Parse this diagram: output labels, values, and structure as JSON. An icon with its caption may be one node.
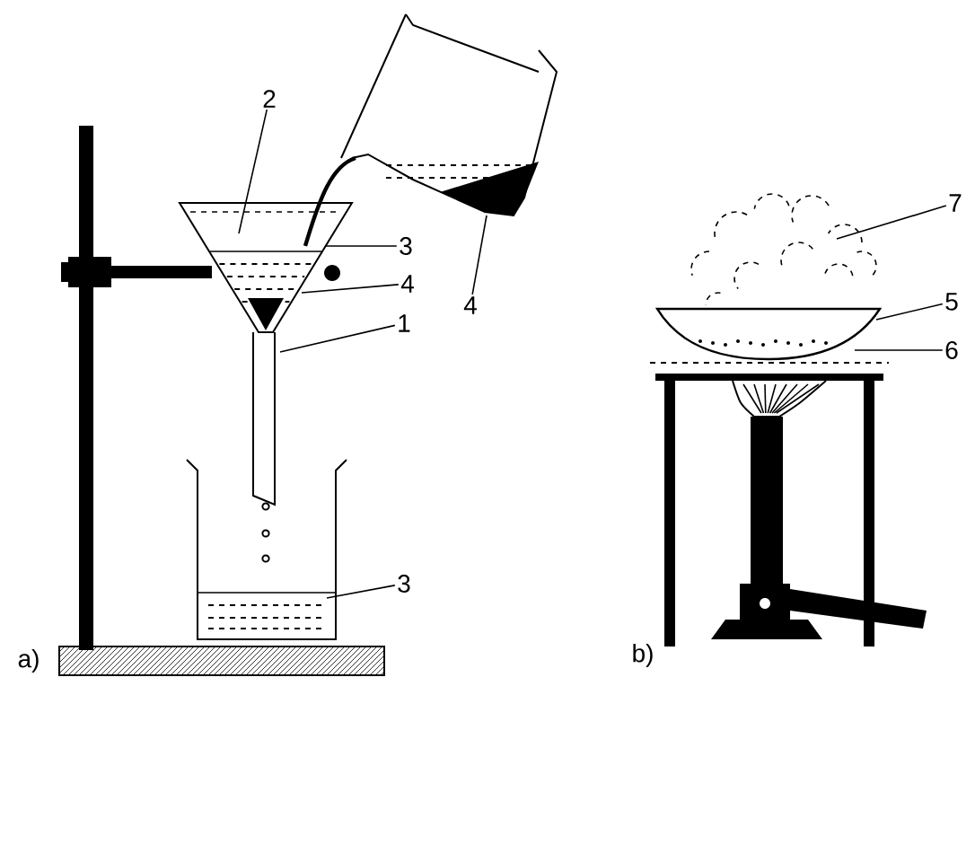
{
  "diagram": {
    "nodes": [
      {
        "text": [
          "2"
        ]
      },
      {
        "text": [
          "3"
        ]
      },
      {
        "text": [
          "4"
        ]
      },
      {
        "text": [
          "1"
        ]
      },
      {
        "text": [
          "4"
        ]
      },
      {
        "text": [
          "3"
        ]
      },
      {
        "text": [
          "7"
        ]
      },
      {
        "text": [
          "5"
        ]
      },
      {
        "text": [
          "6"
        ]
      }
    ],
    "edges": [
      {
        "from": 0,
        "to": null,
        "arrow": "none"
      },
      {
        "from": 1,
        "to": null,
        "arrow": "none"
      },
      {
        "from": 2,
        "to": null,
        "arrow": "none"
      },
      {
        "from": 3,
        "to": null,
        "arrow": "none"
      },
      {
        "from": 4,
        "to": null,
        "arrow": "none"
      },
      {
        "from": 5,
        "to": null,
        "arrow": "none"
      },
      {
        "from": 6,
        "to": null,
        "arrow": "none"
      },
      {
        "from": 7,
        "to": null,
        "arrow": "none"
      },
      {
        "from": 8,
        "to": null,
        "arrow": "none"
      }
    ],
    "labels": [
      "a)",
      "b)"
    ]
  }
}
